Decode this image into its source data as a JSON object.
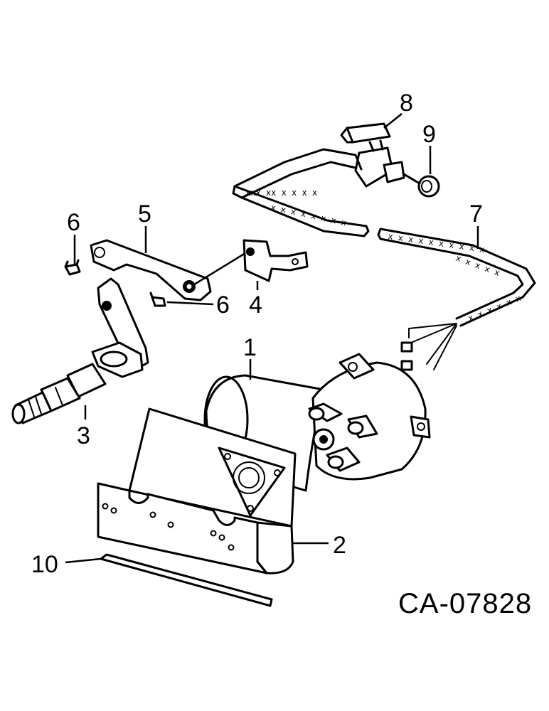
{
  "diagram": {
    "callouts": [
      {
        "id": "1",
        "label": "1"
      },
      {
        "id": "2",
        "label": "2"
      },
      {
        "id": "3",
        "label": "3"
      },
      {
        "id": "4",
        "label": "4"
      },
      {
        "id": "5",
        "label": "5"
      },
      {
        "id": "6a",
        "label": "6"
      },
      {
        "id": "6b",
        "label": "6"
      },
      {
        "id": "7",
        "label": "7"
      },
      {
        "id": "8",
        "label": "8"
      },
      {
        "id": "9",
        "label": "9"
      },
      {
        "id": "10",
        "label": "10"
      }
    ],
    "reference_code": "CA-07828"
  }
}
